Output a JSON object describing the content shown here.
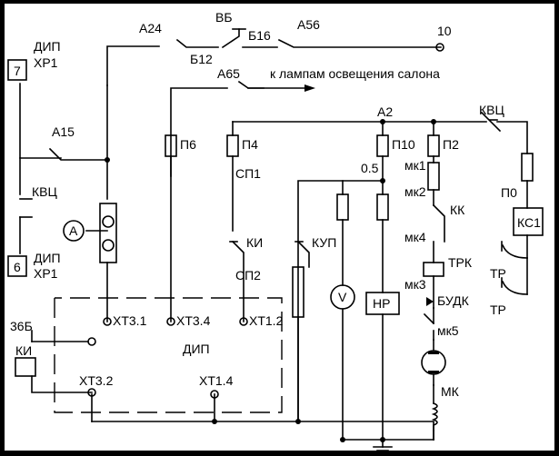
{
  "connector_top": {
    "num": "7",
    "label1": "ДИП",
    "label2": "ХР1"
  },
  "connector_bottom": {
    "num": "6",
    "label1": "ДИП",
    "label2": "ХР1"
  },
  "labels": {
    "a24": "А24",
    "vb": "ВБ",
    "b12": "Б12",
    "b16": "Б16",
    "a56": "А56",
    "n10": "10",
    "a65": "А65",
    "lamps": "к лампам освещения салона",
    "a15": "А15",
    "kvc_left": "КВЦ",
    "ammeter": "A",
    "p6": "П6",
    "p4": "П4",
    "a2": "А2",
    "p10": "П10",
    "p2": "П2",
    "kvc_right": "КВЦ",
    "p0": "П0",
    "ks1": "КС1",
    "sp1": "СП1",
    "ki": "КИ",
    "sp2": "СП2",
    "kup": "КУП",
    "v05": "0.5",
    "voltmeter": "V",
    "hp": "НР",
    "mk1": "мк1",
    "mk2": "мк2",
    "kk": "КК",
    "mk4": "мк4",
    "trk": "ТРК",
    "mk3": "мк3",
    "budk": "БУДК",
    "mk5": "мк5",
    "mk": "МК",
    "tr1": "ТР",
    "tr2": "ТР",
    "b36": "36Б",
    "ki_left": "КИ",
    "xt31": "ХТ3.1",
    "xt34": "ХТ3.4",
    "xt12": "ХТ1.2",
    "dip": "ДИП",
    "xt32": "ХТ3.2",
    "xt14": "ХТ1.4"
  }
}
